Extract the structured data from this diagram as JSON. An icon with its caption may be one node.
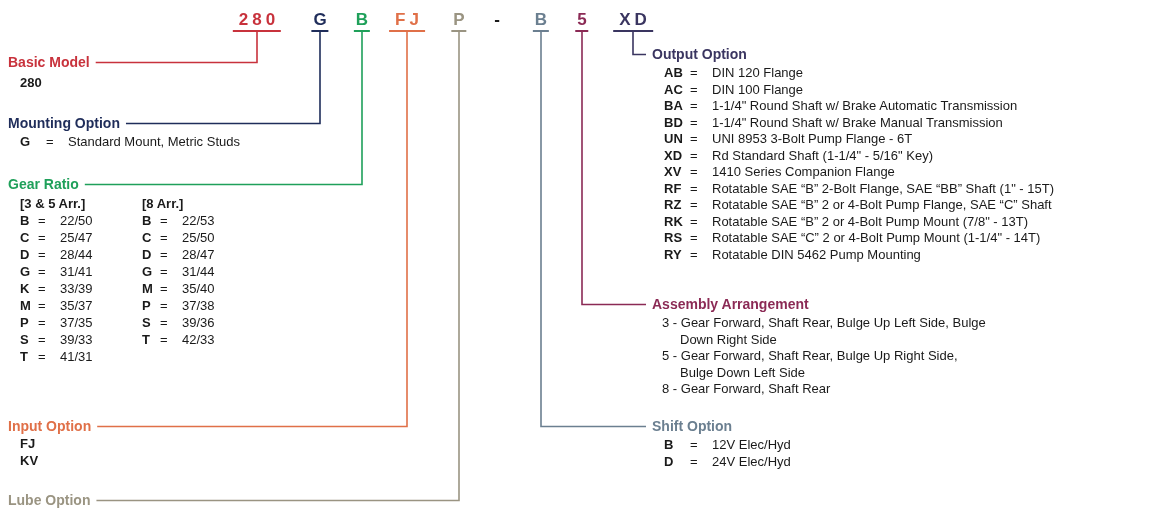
{
  "diagram": {
    "nodes": [
      {
        "text": [
          "280"
        ]
      },
      {
        "text": [
          "G"
        ]
      },
      {
        "text": [
          "B"
        ]
      },
      {
        "text": [
          "FJ"
        ]
      },
      {
        "text": [
          "P"
        ]
      },
      {
        "text": [
          "B"
        ]
      },
      {
        "text": [
          "5"
        ]
      },
      {
        "text": [
          "XD"
        ]
      },
      {
        "text": [
          "Basic Model"
        ],
        "beside": [
          "280"
        ]
      },
      {
        "text": [
          "Mounting Option"
        ],
        "beside": [
          "G",
          "=",
          "Standard Mount, Metric Studs"
        ]
      },
      {
        "text": [
          "Gear Ratio"
        ],
        "beside": [
          "[3 & 5 Arr.]",
          "[8 Arr.]",
          "B",
          "=",
          "22/50",
          "B",
          "=",
          "22/53",
          "C",
          "=",
          "25/47",
          "C",
          "=",
          "25/50",
          "D",
          "=",
          "28/44",
          "D",
          "=",
          "28/47",
          "G",
          "=",
          "31/41",
          "G",
          "=",
          "31/44",
          "K",
          "=",
          "33/39",
          "M",
          "=",
          "35/40",
          "M",
          "=",
          "35/37",
          "P",
          "=",
          "37/38",
          "P",
          "=",
          "37/35",
          "S",
          "=",
          "39/36",
          "S",
          "=",
          "39/33",
          "T",
          "=",
          "42/33",
          "T",
          "=",
          "41/31"
        ]
      },
      {
        "text": [
          "Input Option"
        ],
        "beside": [
          "FJ",
          "KV"
        ]
      },
      {
        "text": [
          "Lube Option"
        ]
      },
      {
        "text": [
          "Output Option"
        ],
        "beside": [
          "AB",
          "=",
          "DIN 120 Flange",
          "AC",
          "=",
          "DIN 100 Flange",
          "BA",
          "=",
          "1-1/4\" Round Shaft w/ Brake Automatic Transmission",
          "BD",
          "=",
          "1-1/4\" Round Shaft w/ Brake Manual Transmission",
          "UN",
          "=",
          "UNI 8953 3-Bolt Pump Flange - 6T",
          "XD",
          "=",
          "Rd Standard Shaft (1-1/4\" - 5/16\" Key)",
          "XV",
          "=",
          "1410 Series Companion Flange",
          "RF",
          "=",
          "Rotatable SAE “B” 2-Bolt Flange, SAE “BB” Shaft (1\" - 15T)",
          "RZ",
          "=",
          "Rotatable SAE “B” 2 or 4-Bolt Pump Flange, SAE “C” Shaft",
          "RK",
          "=",
          "Rotatable SAE “B” 2 or 4-Bolt Pump Mount (7/8\" - 13T)",
          "RS",
          "=",
          "Rotatable SAE “C” 2 or 4-Bolt Pump Mount (1-1/4\" - 14T)",
          "RY",
          "=",
          "Rotatable DIN 5462 Pump Mounting"
        ]
      },
      {
        "text": [
          "Assembly Arrangement"
        ],
        "beside": [
          "3 - Gear Forward, Shaft Rear, Bulge Up Left Side, Bulge Down Right Side",
          "5 - Gear Forward, Shaft Rear, Bulge Up Right Side, Bulge Down Left Side",
          "8 - Gear Forward, Shaft Rear"
        ]
      },
      {
        "text": [
          "Shift Option"
        ],
        "beside": [
          "B",
          "=",
          "12V Elec/Hyd",
          "D",
          "=",
          "24V Elec/Hyd"
        ]
      }
    ],
    "edges": [
      {
        "from": 0,
        "to": 8,
        "arrow": "none",
        "color": "#c8323c"
      },
      {
        "from": 1,
        "to": 9,
        "arrow": "none",
        "color": "#1f2d5a"
      },
      {
        "from": 2,
        "to": 10,
        "arrow": "none",
        "color": "#1fa05a"
      },
      {
        "from": 3,
        "to": 11,
        "arrow": "none",
        "color": "#e07048"
      },
      {
        "from": 4,
        "to": 12,
        "arrow": "none",
        "color": "#9a9482"
      },
      {
        "from": 5,
        "to": 15,
        "arrow": "none",
        "color": "#6b7f90"
      },
      {
        "from": 6,
        "to": 14,
        "arrow": "none",
        "color": "#8b2a55"
      },
      {
        "from": 7,
        "to": 13,
        "arrow": "none",
        "color": "#3a3560"
      }
    ],
    "labels": [
      "-"
    ]
  }
}
